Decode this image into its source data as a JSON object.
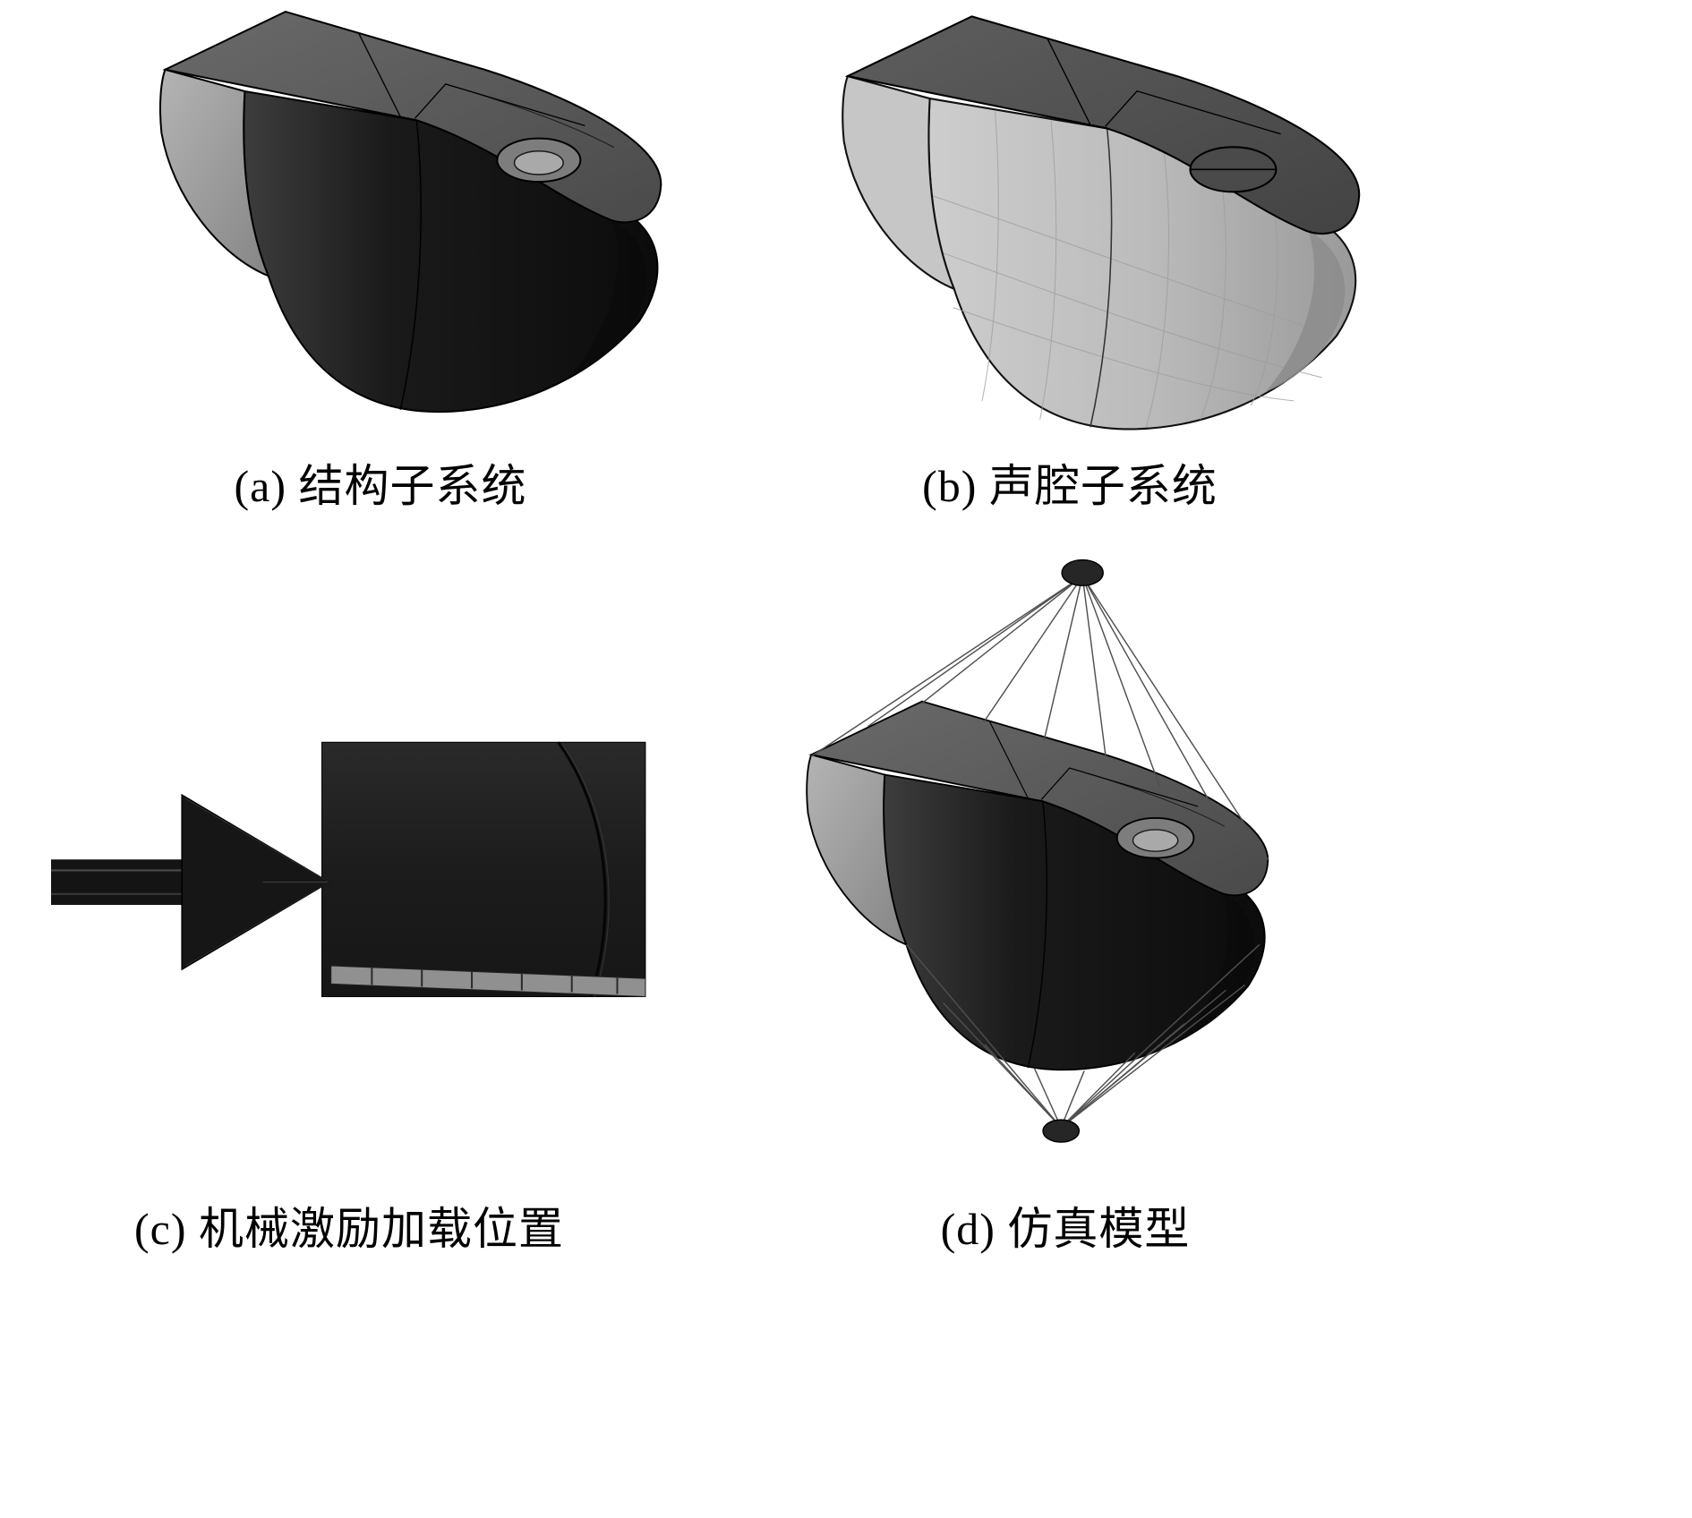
{
  "figure": {
    "title": "four-panel 3D vibro-acoustic model figure",
    "captions": {
      "a": "(a) 结构子系统",
      "b": "(b) 声腔子系统",
      "c": "(c) 机械激励加载位置",
      "d": "(d) 仿真模型"
    },
    "renders": {
      "a": "dark-structure-pod-render",
      "b": "light-acoustic-cavity-pod-render",
      "c": "excitation-arrow-on-hull-closeup",
      "d": "pod-with-spring-mount-lines-render"
    },
    "colors": {
      "background": "#ffffff",
      "body_dark": "#1c1c1c",
      "deck_gray": "#575757",
      "cap_light": "#9c9c9c",
      "cavity_body_light": "#b9b9b9",
      "hole_inner": "#a9a9a9",
      "mount_line": "#4f4f4f",
      "strip_gray": "#909090",
      "caption_text": "#000000"
    }
  }
}
